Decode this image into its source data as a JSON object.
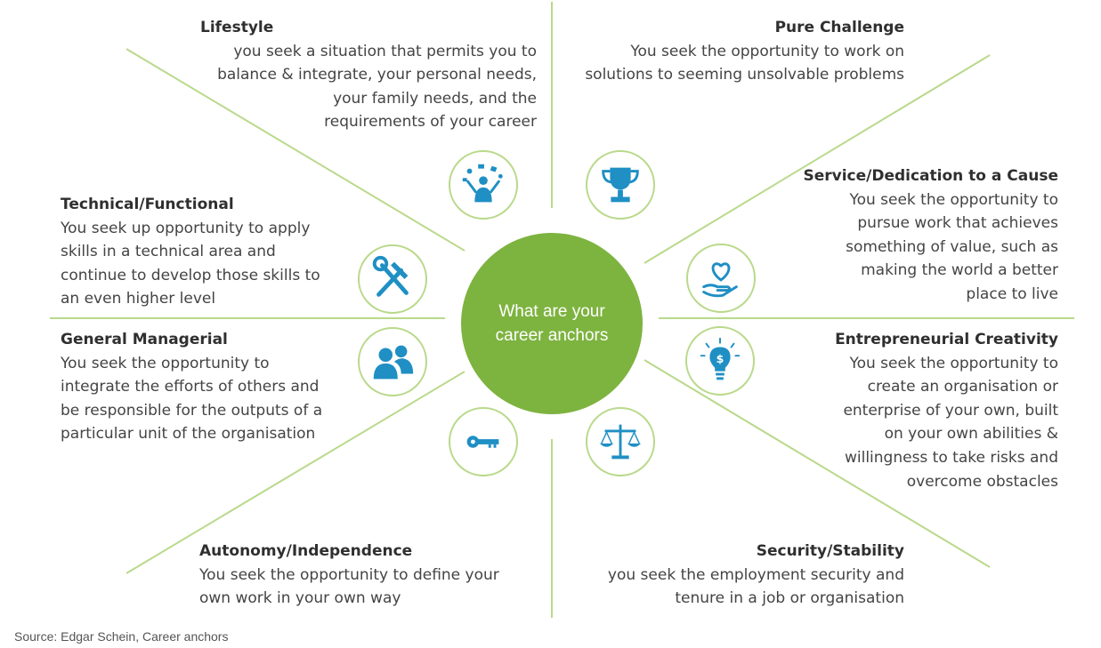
{
  "center": {
    "label": "What are your career anchors"
  },
  "anchors": [
    {
      "title": "Lifestyle",
      "description": "you seek a situation that permits you to\nbalance & integrate, your personal needs,\nyour family needs, and the\nrequirements of your career",
      "icon": "people-juggling-icon"
    },
    {
      "title": "Pure Challenge",
      "description": "You seek the opportunity to work on\nsolutions to seeming unsolvable problems",
      "icon": "trophy-icon"
    },
    {
      "title": "Technical/Functional",
      "description": "You seek up opportunity to apply\nskills in a technical area and\ncontinue to develop those skills to\nan even higher level",
      "icon": "hammer-wrench-icon"
    },
    {
      "title": "Service/Dedication to a Cause",
      "description": "You seek the opportunity to\npursue work that achieves\nsomething of value, such as\nmaking the world a better\nplace to live",
      "icon": "heart-hand-icon"
    },
    {
      "title": "General Managerial",
      "description": "You seek the opportunity to\nintegrate the efforts of others and\nbe responsible for the outputs of a\nparticular unit of the organisation",
      "icon": "people-group-icon"
    },
    {
      "title": "Entrepreneurial Creativity",
      "description": "You seek the opportunity to\ncreate an organisation or\nenterprise of your own, built\non your own abilities &\nwillingness to take risks and\novercome obstacles",
      "icon": "lightbulb-dollar-icon"
    },
    {
      "title": "Autonomy/Independence",
      "description": "You seek the opportunity to define your\nown work in your own way",
      "icon": "key-icon"
    },
    {
      "title": "Security/Stability",
      "description": "you seek the employment security and\ntenure in a job or organisation",
      "icon": "scales-icon"
    }
  ],
  "source": "Source: Edgar Schein, Career anchors",
  "colors": {
    "accent_green": "#7db33f",
    "line_green": "#b9d98a",
    "icon_blue": "#1f8fc4"
  }
}
